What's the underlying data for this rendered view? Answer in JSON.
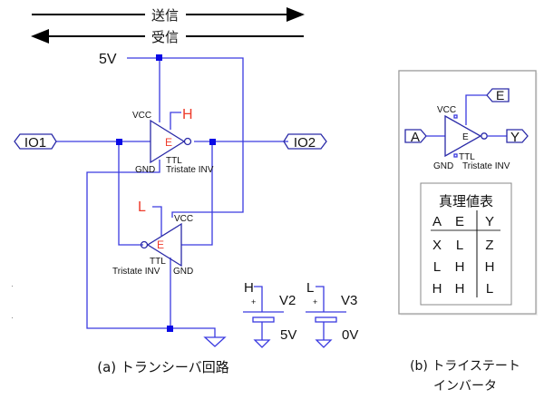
{
  "arrows": {
    "send_label": "送信",
    "receive_label": "受信"
  },
  "transceiver": {
    "supply_label": "5V",
    "port_left": "IO1",
    "port_right": "IO2",
    "upper_gate": {
      "vcc": "VCC",
      "gnd": "GND",
      "enable_pin": "E",
      "enable_level": "H",
      "type_line1": "TTL",
      "type_line2": "Tristate INV"
    },
    "lower_gate": {
      "vcc": "VCC",
      "gnd": "GND",
      "enable_pin": "E",
      "enable_level": "L",
      "type_line1": "TTL",
      "type_line2": "Tristate INV"
    },
    "sources": [
      {
        "net": "H",
        "plus": "+",
        "name": "V2",
        "value": "5V"
      },
      {
        "net": "L",
        "plus": "+",
        "name": "V3",
        "value": "0V"
      }
    ],
    "caption": "(a) トランシーバ回路"
  },
  "tristate": {
    "input": "A",
    "enable": "E",
    "output": "Y",
    "vcc": "VCC",
    "gnd": "GND",
    "enable_pin": "E",
    "type_line1": "TTL",
    "type_line2": "Tristate INV",
    "truth_table": {
      "title": "真理値表",
      "headers": [
        "A",
        "E",
        "Y"
      ],
      "rows": [
        [
          "X",
          "L",
          "Z"
        ],
        [
          "L",
          "H",
          "H"
        ],
        [
          "H",
          "H",
          "L"
        ]
      ]
    },
    "caption_line1": "(b) トライステート",
    "caption_line2": "インバータ"
  }
}
